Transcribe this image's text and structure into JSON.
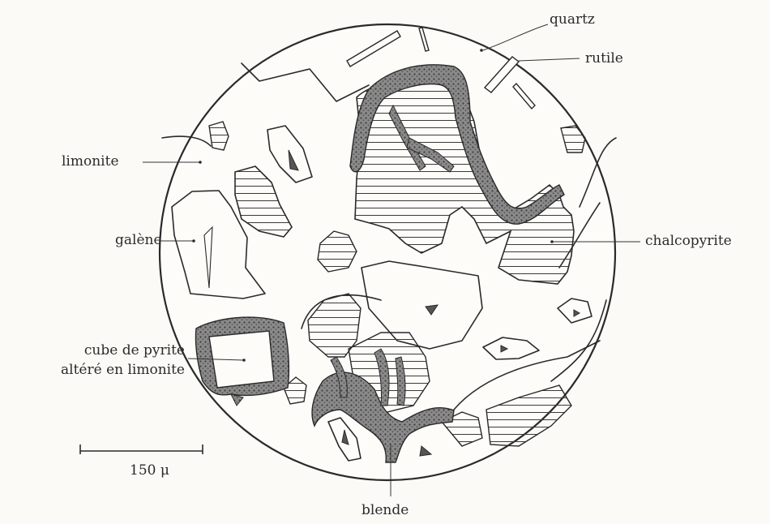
{
  "labels": {
    "quartz": "quartz",
    "rutile": "rutile",
    "limonite": "limonite",
    "galene": "galène",
    "chalcopyrite": "chalcopyrite",
    "pyrite_line1": "cube de pyrite",
    "pyrite_line2": "altéré en limonite",
    "blende": "blende"
  },
  "scale_bar": {
    "label": "150 μ"
  },
  "colors": {
    "ink": "#2a2a2a",
    "paper": "#fbfaf6",
    "alteration": "#6f6f6f"
  }
}
